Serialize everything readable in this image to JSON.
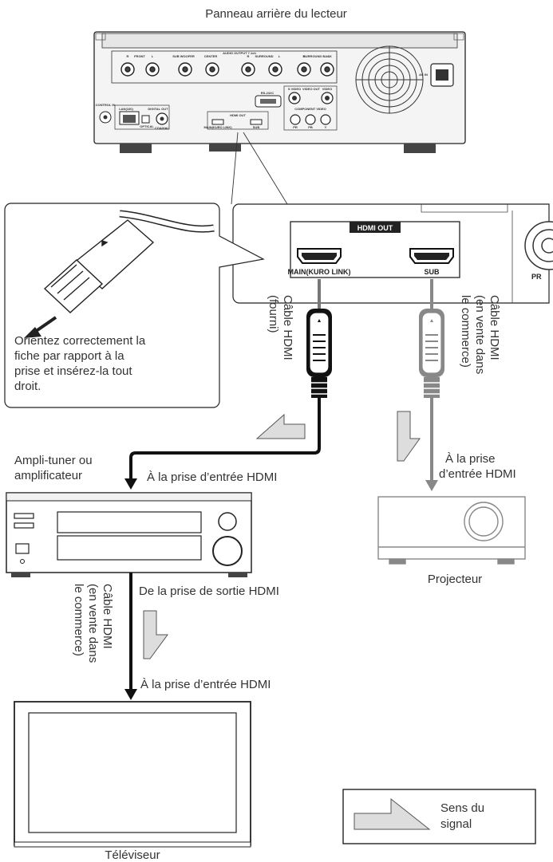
{
  "title": "Panneau arrière du lecteur",
  "player_panel": {
    "speaker_labels": [
      "R",
      "FRONT",
      "L",
      "SUB WOOFER",
      "CENTER",
      "R",
      "SURROUND",
      "L",
      "R",
      "SURROUND BACK",
      "L"
    ],
    "audio_out_label": "AUDIO OUTPUT 7.1ch",
    "ac_in": "AC IN",
    "control": "CONTROL IN",
    "lan": "LAN(100)",
    "digital_out": "DIGITAL OUT",
    "optical": "OPTICAL",
    "coaxial": "COAXIAL",
    "rs232c": "RS-232C",
    "svideo": "S VIDEO",
    "video_out": "VIDEO OUT",
    "video": "VIDEO",
    "component_video": "COMPONENT VIDEO",
    "component_jacks": [
      "PR",
      "PB",
      "Y"
    ],
    "hdmi_out_small": "HDMI OUT",
    "main_small": "MAIN(KURO LINK)",
    "sub_small": "SUB"
  },
  "hdmi_closeup": {
    "header": "HDMI OUT",
    "main_label": "MAIN(KURO LINK)",
    "sub_label": "SUB",
    "pr_label": "PR"
  },
  "plug_callout_lines": [
    "Orientez correctement la",
    "fiche par rapport à la",
    "prise et insérez-la tout",
    "droit."
  ],
  "cable_main_lines": [
    "Câble HDMI",
    "(fourni)"
  ],
  "cable_sub_lines": [
    "Câble HDMI",
    "(en vente dans",
    "le commerce)"
  ],
  "cable_tv_lines": [
    "Câble HDMI",
    "(en vente dans",
    "le commerce)"
  ],
  "amp_label_lines": [
    "Ampli-tuner ou",
    "amplificateur"
  ],
  "to_amp_input": "À la prise d’entrée HDMI",
  "to_projector_lines": [
    "À la prise",
    "d’entrée HDMI"
  ],
  "from_amp_output": "De la prise de sortie HDMI",
  "to_tv_input": "À la prise d’entrée HDMI",
  "projector_label": "Projecteur",
  "tv_label": "Téléviseur",
  "legend_lines": [
    "Sens du",
    "signal"
  ]
}
